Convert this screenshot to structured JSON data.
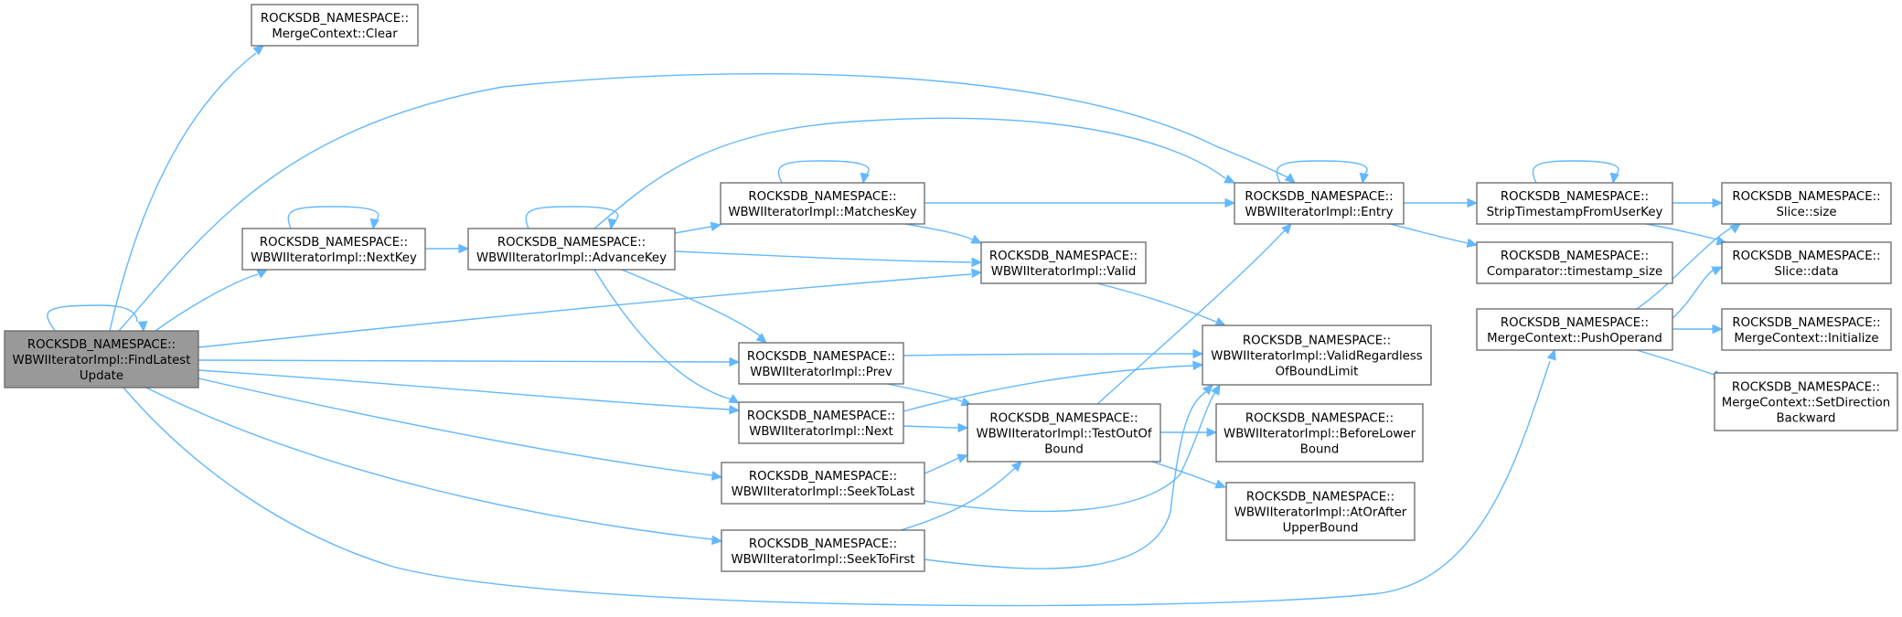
{
  "diagram": {
    "nodes": [
      {
        "id": "root",
        "lines": [
          "ROCKSDB_NAMESPACE::",
          "WBWIIteratorImpl::FindLatest",
          "Update"
        ],
        "root": true
      },
      {
        "id": "clear",
        "lines": [
          "ROCKSDB_NAMESPACE::",
          "MergeContext::Clear"
        ]
      },
      {
        "id": "nextkey",
        "lines": [
          "ROCKSDB_NAMESPACE::",
          "WBWIIteratorImpl::NextKey"
        ]
      },
      {
        "id": "advancekey",
        "lines": [
          "ROCKSDB_NAMESPACE::",
          "WBWIIteratorImpl::AdvanceKey"
        ]
      },
      {
        "id": "matcheskey",
        "lines": [
          "ROCKSDB_NAMESPACE::",
          "WBWIIteratorImpl::MatchesKey"
        ]
      },
      {
        "id": "valid",
        "lines": [
          "ROCKSDB_NAMESPACE::",
          "WBWIIteratorImpl::Valid"
        ]
      },
      {
        "id": "prev",
        "lines": [
          "ROCKSDB_NAMESPACE::",
          "WBWIIteratorImpl::Prev"
        ]
      },
      {
        "id": "next",
        "lines": [
          "ROCKSDB_NAMESPACE::",
          "WBWIIteratorImpl::Next"
        ]
      },
      {
        "id": "seektolast",
        "lines": [
          "ROCKSDB_NAMESPACE::",
          "WBWIIteratorImpl::SeekToLast"
        ]
      },
      {
        "id": "seektofirst",
        "lines": [
          "ROCKSDB_NAMESPACE::",
          "WBWIIteratorImpl::SeekToFirst"
        ]
      },
      {
        "id": "entry",
        "lines": [
          "ROCKSDB_NAMESPACE::",
          "WBWIIteratorImpl::Entry"
        ]
      },
      {
        "id": "validregardless",
        "lines": [
          "ROCKSDB_NAMESPACE::",
          "WBWIIteratorImpl::ValidRegardless",
          "OfBoundLimit"
        ]
      },
      {
        "id": "testoutofbound",
        "lines": [
          "ROCKSDB_NAMESPACE::",
          "WBWIIteratorImpl::TestOutOf",
          "Bound"
        ]
      },
      {
        "id": "beforelower",
        "lines": [
          "ROCKSDB_NAMESPACE::",
          "WBWIIteratorImpl::BeforeLower",
          "Bound"
        ]
      },
      {
        "id": "atorafter",
        "lines": [
          "ROCKSDB_NAMESPACE::",
          "WBWIIteratorImpl::AtOrAfter",
          "UpperBound"
        ]
      },
      {
        "id": "striptimestamp",
        "lines": [
          "ROCKSDB_NAMESPACE::",
          "StripTimestampFromUserKey"
        ]
      },
      {
        "id": "timestampsize",
        "lines": [
          "ROCKSDB_NAMESPACE::",
          "Comparator::timestamp_size"
        ]
      },
      {
        "id": "pushoperand",
        "lines": [
          "ROCKSDB_NAMESPACE::",
          "MergeContext::PushOperand"
        ]
      },
      {
        "id": "slicesize",
        "lines": [
          "ROCKSDB_NAMESPACE::",
          "Slice::size"
        ]
      },
      {
        "id": "slicedata",
        "lines": [
          "ROCKSDB_NAMESPACE::",
          "Slice::data"
        ]
      },
      {
        "id": "initialize",
        "lines": [
          "ROCKSDB_NAMESPACE::",
          "MergeContext::Initialize"
        ]
      },
      {
        "id": "setdirection",
        "lines": [
          "ROCKSDB_NAMESPACE::",
          "MergeContext::SetDirection",
          "Backward"
        ]
      }
    ],
    "edges": [
      {
        "from": "root",
        "to": "root"
      },
      {
        "from": "root",
        "to": "clear"
      },
      {
        "from": "root",
        "to": "entry"
      },
      {
        "from": "root",
        "to": "nextkey"
      },
      {
        "from": "root",
        "to": "valid"
      },
      {
        "from": "root",
        "to": "prev"
      },
      {
        "from": "root",
        "to": "next"
      },
      {
        "from": "root",
        "to": "seektolast"
      },
      {
        "from": "root",
        "to": "seektofirst"
      },
      {
        "from": "root",
        "to": "pushoperand"
      },
      {
        "from": "nextkey",
        "to": "nextkey"
      },
      {
        "from": "nextkey",
        "to": "advancekey"
      },
      {
        "from": "advancekey",
        "to": "advancekey"
      },
      {
        "from": "advancekey",
        "to": "entry"
      },
      {
        "from": "advancekey",
        "to": "matcheskey"
      },
      {
        "from": "advancekey",
        "to": "valid"
      },
      {
        "from": "advancekey",
        "to": "prev"
      },
      {
        "from": "advancekey",
        "to": "next"
      },
      {
        "from": "matcheskey",
        "to": "matcheskey"
      },
      {
        "from": "matcheskey",
        "to": "entry"
      },
      {
        "from": "matcheskey",
        "to": "valid"
      },
      {
        "from": "valid",
        "to": "validregardless"
      },
      {
        "from": "prev",
        "to": "validregardless"
      },
      {
        "from": "prev",
        "to": "testoutofbound"
      },
      {
        "from": "next",
        "to": "validregardless"
      },
      {
        "from": "next",
        "to": "testoutofbound"
      },
      {
        "from": "seektolast",
        "to": "testoutofbound"
      },
      {
        "from": "seektolast",
        "to": "validregardless"
      },
      {
        "from": "seektofirst",
        "to": "testoutofbound"
      },
      {
        "from": "seektofirst",
        "to": "validregardless"
      },
      {
        "from": "testoutofbound",
        "to": "entry"
      },
      {
        "from": "testoutofbound",
        "to": "beforelower"
      },
      {
        "from": "testoutofbound",
        "to": "atorafter"
      },
      {
        "from": "entry",
        "to": "entry"
      },
      {
        "from": "entry",
        "to": "striptimestamp"
      },
      {
        "from": "entry",
        "to": "timestampsize"
      },
      {
        "from": "striptimestamp",
        "to": "striptimestamp"
      },
      {
        "from": "striptimestamp",
        "to": "slicesize"
      },
      {
        "from": "striptimestamp",
        "to": "slicedata"
      },
      {
        "from": "pushoperand",
        "to": "slicesize"
      },
      {
        "from": "pushoperand",
        "to": "slicedata"
      },
      {
        "from": "pushoperand",
        "to": "initialize"
      },
      {
        "from": "pushoperand",
        "to": "setdirection"
      }
    ]
  }
}
